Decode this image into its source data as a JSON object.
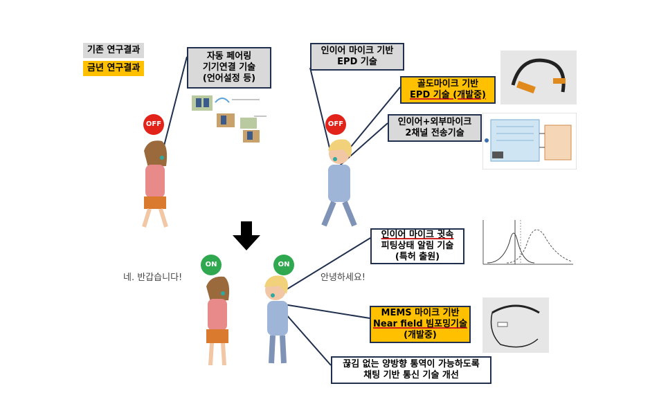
{
  "legend": {
    "existing": "기존 연구결과",
    "this_year": "금년 연구결과"
  },
  "boxes": {
    "auto_pairing": [
      "자동 페어링",
      "기기연결 기술",
      "(언어설정 등)"
    ],
    "inear_epd": [
      "인이어 마이크 기반",
      "EPD 기술"
    ],
    "bone_epd": [
      "골도마이크 기반",
      "EPD 기술 (개발중)"
    ],
    "two_channel": [
      "인이어+외부마이크",
      "2채널 전송기술"
    ],
    "fitting_alert": [
      "인이어 마이크 귓속",
      "피팅상태 알림 기술",
      "(특허 출원)"
    ],
    "mems": [
      "MEMS 마이크 기반",
      "Near field 빔포밍기술",
      "(개발중)"
    ],
    "chatting": [
      "끊김 없는 양방향 통역이 가능하도록",
      "채팅 기반 통신 기술 개선"
    ]
  },
  "badges": {
    "off_left": "OFF",
    "off_right": "OFF",
    "on_left": "ON",
    "on_right": "ON"
  },
  "speech": {
    "left": "네. 반갑습니다!",
    "right": "안녕하세요!"
  },
  "colors": {
    "existing_bg": "#d9d9d9",
    "this_year_bg": "#ffc000",
    "box_border": "#1f2f4d",
    "off_red": "#e2231a",
    "on_green": "#2fa84f"
  }
}
